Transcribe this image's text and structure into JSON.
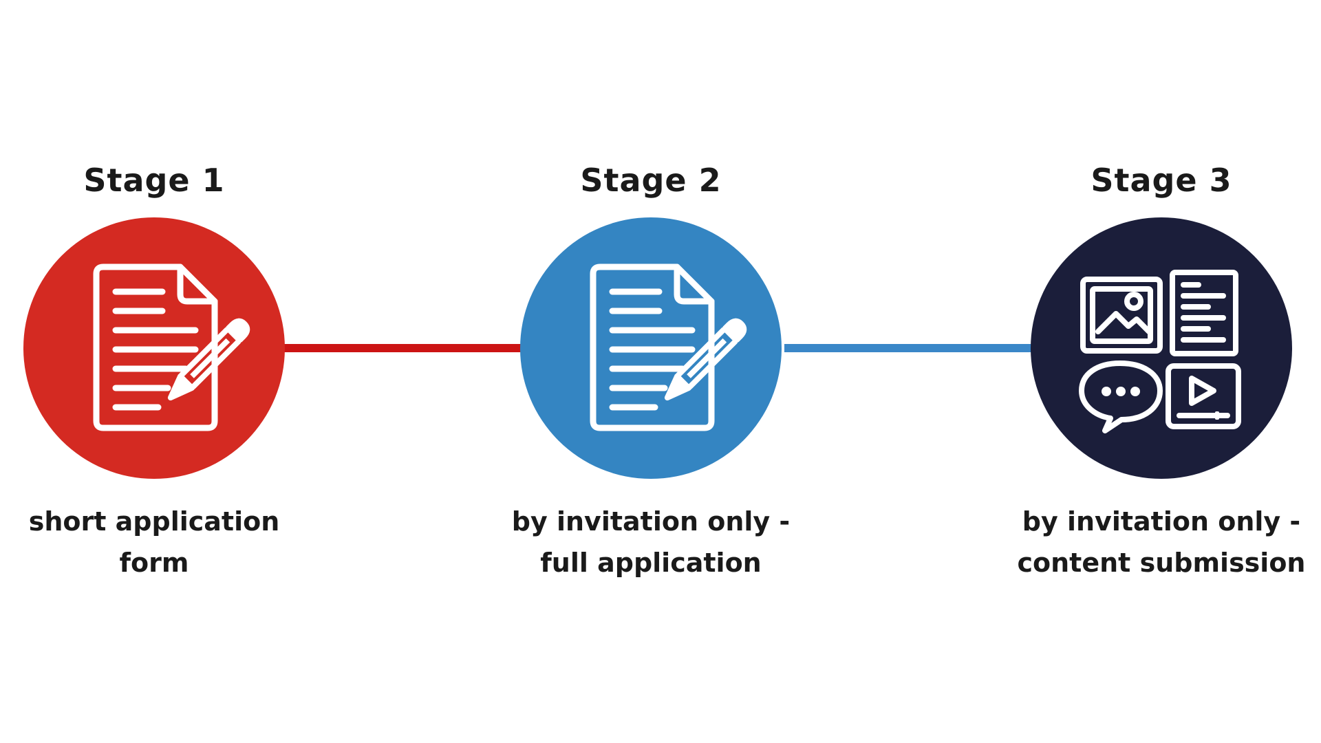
{
  "colors": {
    "stage1": "#d42a22",
    "stage2": "#3485c2",
    "stage3": "#1b1e3a",
    "connector1": "#cc1414",
    "connector2": "#3a87c8",
    "text": "#1a1a1a"
  },
  "stages": [
    {
      "title": "Stage 1",
      "icon": "document-pencil-icon",
      "description_lines": [
        "short application",
        "form"
      ]
    },
    {
      "title": "Stage 2",
      "icon": "document-pencil-icon",
      "description_lines": [
        "by invitation only -",
        "full application"
      ]
    },
    {
      "title": "Stage 3",
      "icon": "content-media-icon",
      "description_lines": [
        "by invitation only -",
        "content submission"
      ]
    }
  ]
}
